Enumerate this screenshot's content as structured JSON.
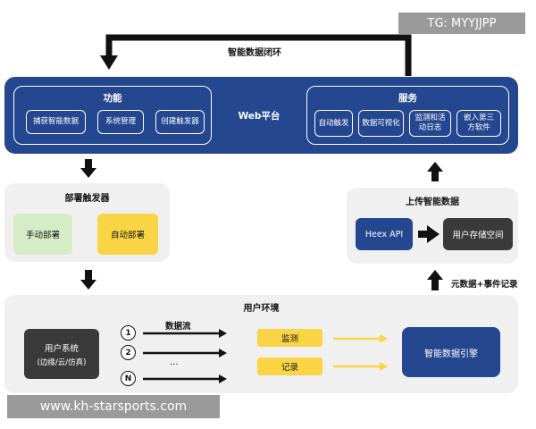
{
  "watermark_top": "TG: MYYJJPP",
  "watermark_bottom": "www.kh-starsports.com",
  "loop_label": "智能数据闭环",
  "web_platform": {
    "center_label": "Web平台",
    "functions": {
      "title": "功能",
      "items": [
        "捕获智能数据",
        "系统管理",
        "创建触发器"
      ]
    },
    "services": {
      "title": "服务",
      "items": [
        "自动触发",
        "数据可视化",
        "监测和活\n动日志",
        "嵌入第三\n方软件"
      ]
    }
  },
  "deploy_trigger": {
    "title": "部署触发器",
    "manual": "手动部署",
    "auto": "自动部署"
  },
  "upload": {
    "title": "上传智能数据",
    "api": "Heex API",
    "storage": "用户存储空间"
  },
  "metadata_label": "元数据+事件记录",
  "user_env": {
    "title": "用户环境",
    "system_name": "用户系统",
    "system_sub": "(边缘/云/仿真)",
    "data_flow": "数据流",
    "streams": [
      "1",
      "2",
      "N"
    ],
    "ellipsis": "...",
    "monitor": "监测",
    "record": "记录",
    "engine": "智能数据引擎"
  },
  "colors": {
    "blue": "#24478f",
    "grey_panel": "#f0f0f0",
    "green": "#d6ecc6",
    "yellow": "#f9d546",
    "dark": "#3a3a3a"
  }
}
